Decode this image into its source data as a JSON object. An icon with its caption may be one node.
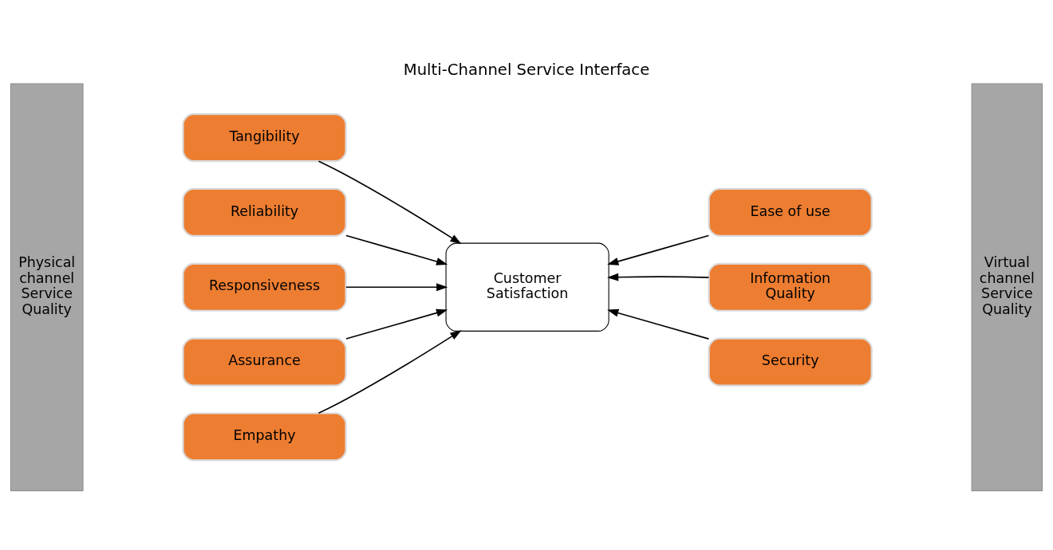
{
  "diagram": {
    "title": "Multi-Channel Service Interface",
    "nodes": [
      {
        "text": [
          "Physical channel Service Quality"
        ]
      },
      {
        "text": [
          "Tangibility"
        ]
      },
      {
        "text": [
          "Reliability"
        ]
      },
      {
        "text": [
          "Responsiveness"
        ]
      },
      {
        "text": [
          "Assurance"
        ]
      },
      {
        "text": [
          "Empathy"
        ]
      },
      {
        "text": [
          "Customer Satisfaction"
        ]
      },
      {
        "text": [
          "Ease of use"
        ]
      },
      {
        "text": [
          "Information Quality"
        ]
      },
      {
        "text": [
          "Security"
        ]
      },
      {
        "text": [
          "Virtual channel Service Quality"
        ]
      }
    ],
    "edges": [
      {
        "from": 1,
        "to": 6,
        "arrow": "to"
      },
      {
        "from": 2,
        "to": 6,
        "arrow": "to"
      },
      {
        "from": 3,
        "to": 6,
        "arrow": "to"
      },
      {
        "from": 4,
        "to": 6,
        "arrow": "to"
      },
      {
        "from": 5,
        "to": 6,
        "arrow": "to"
      },
      {
        "from": 7,
        "to": 6,
        "arrow": "to"
      },
      {
        "from": 8,
        "to": 6,
        "arrow": "to"
      },
      {
        "from": 9,
        "to": 6,
        "arrow": "to"
      }
    ]
  }
}
